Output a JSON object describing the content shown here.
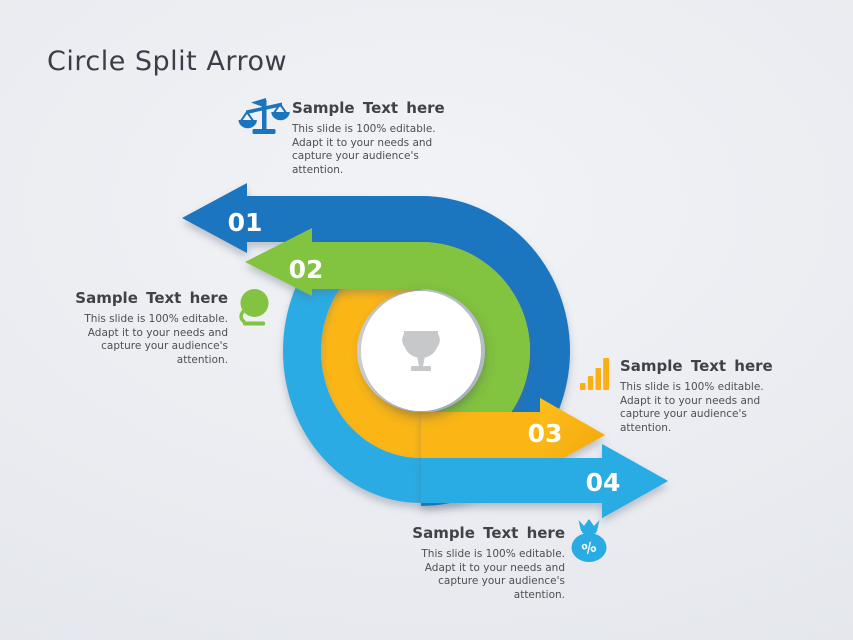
{
  "slide": {
    "title": "Circle Split Arrow"
  },
  "palette": {
    "background_edge": "#dfe2e9",
    "background_center": "#f1f3f6",
    "title_color": "#3a3e47",
    "heading_color": "#3f4347",
    "body_color": "#4d4f52",
    "arrow_label_color": "#ffffff",
    "circle_fill": "#ffffff",
    "trophy_color": "#c6c8ca"
  },
  "center": {
    "icon": "trophy"
  },
  "arrows": [
    {
      "number": "01",
      "color": "#1b74bf",
      "direction": "left"
    },
    {
      "number": "02",
      "color": "#82c341",
      "direction": "left"
    },
    {
      "number": "03",
      "color": "#fbb615",
      "direction": "right"
    },
    {
      "number": "04",
      "color": "#29abe3",
      "direction": "right"
    }
  ],
  "blocks": {
    "top": {
      "icon": "scales",
      "icon_color": "#1c75bc",
      "heading": "Sample Text here",
      "lines": [
        "This slide is 100% editable.",
        "Adapt it to your needs and",
        "capture your audience's",
        "attention."
      ]
    },
    "left": {
      "icon": "globe",
      "icon_color": "#82c341",
      "heading": "Sample Text here",
      "lines": [
        "This slide is 100% editable.",
        "Adapt it to your needs and",
        "capture your audience's",
        "attention."
      ]
    },
    "right": {
      "icon": "bar-chart",
      "icon_color": "#f9b013",
      "heading": "Sample Text here",
      "lines": [
        "This slide is 100% editable.",
        "Adapt it to your needs and",
        "capture your audience's",
        "attention."
      ]
    },
    "bottom": {
      "icon": "money-bag",
      "icon_color": "#29abe3",
      "icon_glyph": "%",
      "heading": "Sample Text here",
      "lines": [
        "This slide is 100% editable.",
        "Adapt it to your needs and",
        "capture your audience's",
        "attention."
      ]
    }
  }
}
